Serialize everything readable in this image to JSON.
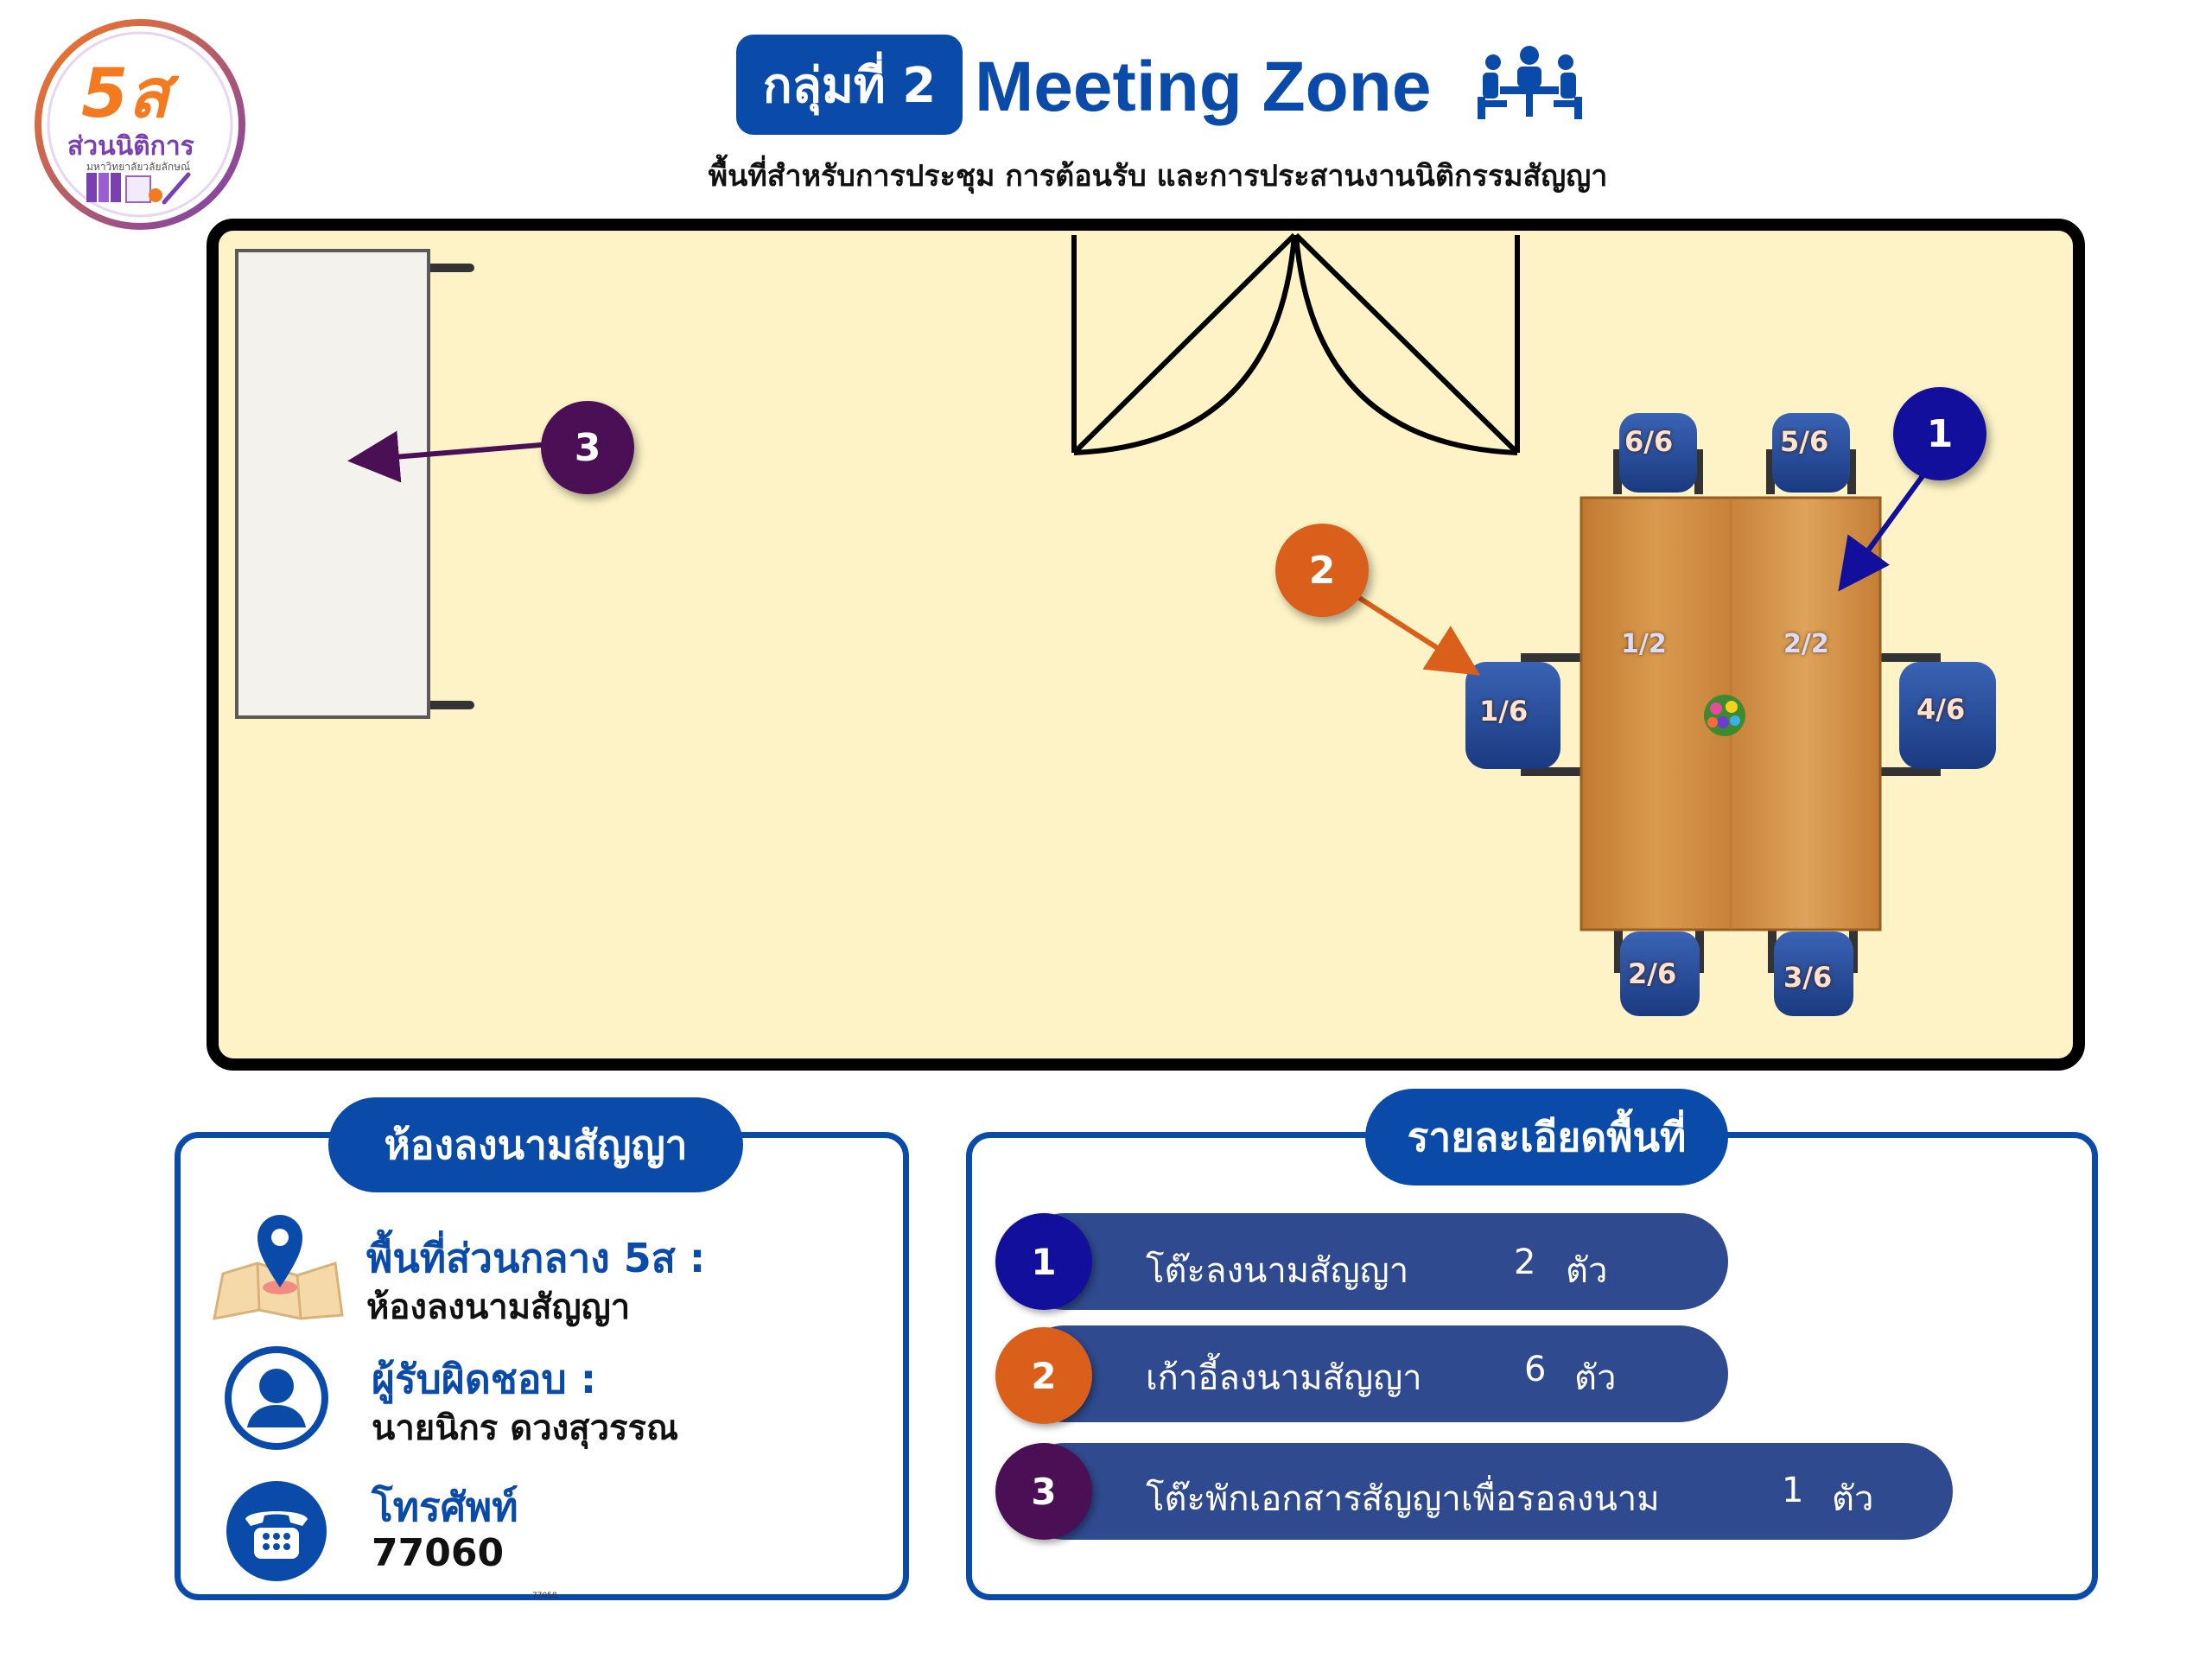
{
  "header": {
    "logo": {
      "big_text": "5ส",
      "name": "ส่วนนิติการ",
      "sub": "มหาวิทยาลัยวลัยลักษณ์"
    },
    "group_label": "กลุ่มที่ 2",
    "zone_title": "Meeting Zone",
    "subtitle": "พื้นที่สำหรับการประชุม การต้อนรับ และการประสานงานนิติกรรมสัญญา"
  },
  "floorplan": {
    "callouts": [
      {
        "number": "1",
        "color": "#120f9c"
      },
      {
        "number": "2",
        "color": "#d95f1a"
      },
      {
        "number": "3",
        "color": "#4a0f55"
      }
    ],
    "chairs": [
      "6/6",
      "5/6",
      "1/6",
      "4/6",
      "2/6",
      "3/6"
    ],
    "table_sections": [
      "1/2",
      "2/2"
    ]
  },
  "left_panel": {
    "title": "ห้องลงนามสัญญา",
    "location_head": "พื้นที่ส่วนกลาง 5ส :",
    "location_value": "ห้องลงนามสัญญา",
    "owner_head": "ผู้รับผิดชอบ :",
    "owner_value": "นายนิกร ดวงสุวรรณ",
    "phone_head": "โทรศัพท์",
    "phone_value": "77060",
    "tiny_note": "77058"
  },
  "right_panel": {
    "title": "รายละเอียดพื้นที่",
    "items": [
      {
        "number": "1",
        "label": "โต๊ะลงนามสัญญา",
        "count": "2",
        "unit": "ตัว",
        "color": "#120f9c"
      },
      {
        "number": "2",
        "label": "เก้าอี้ลงนามสัญญา",
        "count": "6",
        "unit": "ตัว",
        "color": "#d95f1a"
      },
      {
        "number": "3",
        "label": "โต๊ะพักเอกสารสัญญาเพื่อรอลงนาม",
        "count": "1",
        "unit": "ตัว",
        "color": "#4a0f55"
      }
    ]
  },
  "colors": {
    "primary": "#0a4aa8",
    "room_fill": "#fdf3c7",
    "bar": "#2f4a8e",
    "table_wood": "#cf8a3b",
    "chair_blue": "#1f4390"
  }
}
